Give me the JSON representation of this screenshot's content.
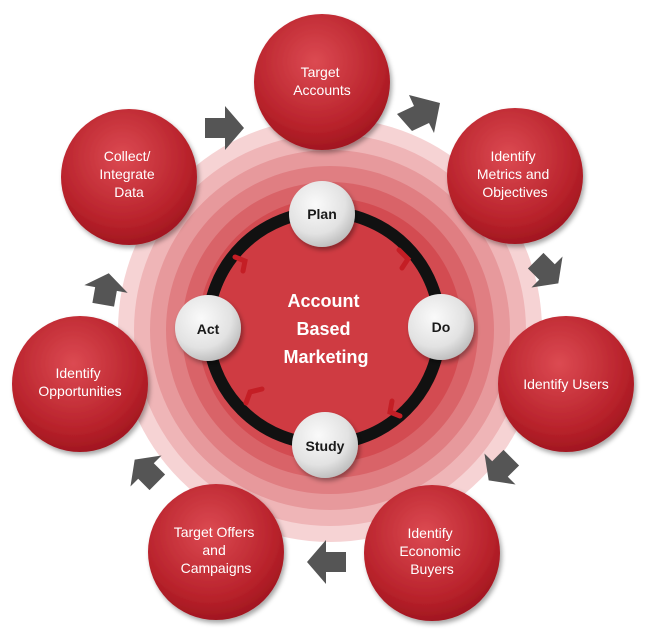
{
  "center": {
    "lines": [
      "Account",
      "Based",
      "Marketing"
    ]
  },
  "inner_cycle": {
    "plan": "Plan",
    "do": "Do",
    "study": "Study",
    "act": "Act"
  },
  "outer_steps": [
    {
      "id": "target-accounts",
      "lines": [
        "Target",
        "Accounts"
      ]
    },
    {
      "id": "identify-metrics",
      "lines": [
        "Identify",
        "Metrics and",
        "Objectives"
      ]
    },
    {
      "id": "identify-users",
      "lines": [
        "Identify Users"
      ]
    },
    {
      "id": "identify-economic-buyers",
      "lines": [
        "Identify",
        "Economic",
        "Buyers"
      ]
    },
    {
      "id": "target-offers",
      "lines": [
        "Target Offers",
        "and",
        "Campaigns"
      ]
    },
    {
      "id": "identify-opportunities",
      "lines": [
        "Identify",
        "Opportunities"
      ]
    },
    {
      "id": "collect-data",
      "lines": [
        "Collect/",
        "Integrate",
        "Data"
      ]
    }
  ],
  "colors": {
    "outer_node_top": "#d6434b",
    "outer_node_bottom": "#a3161f",
    "ring_color": "#d8343c",
    "arrow_gray": "#555555",
    "inner_node": "#e9e9e9",
    "cycle_ring": "#111111",
    "cycle_ticks": "#c41e25"
  }
}
